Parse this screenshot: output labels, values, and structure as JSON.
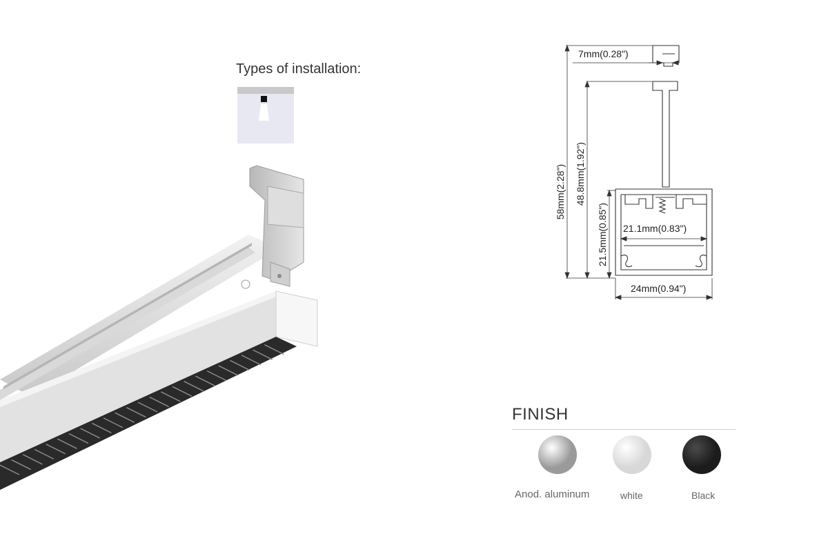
{
  "installation": {
    "title": "Types of installation:"
  },
  "drawing": {
    "dim_top": "7mm(0.28\")",
    "dim_total_height": "58mm(2.28\")",
    "dim_inner_height": "48.8mm(1.92\")",
    "dim_body_height": "21.5mm(0.85\")",
    "dim_inner_width": "21.1mm(0.83\")",
    "dim_outer_width": "24mm(0.94\")"
  },
  "finish": {
    "title": "FINISH",
    "options": [
      {
        "label": "Anod. aluminum",
        "color": "#9a9a9a"
      },
      {
        "label": "white",
        "color": "#d8d8d8"
      },
      {
        "label": "Black",
        "color": "#1c1c1c"
      }
    ]
  }
}
